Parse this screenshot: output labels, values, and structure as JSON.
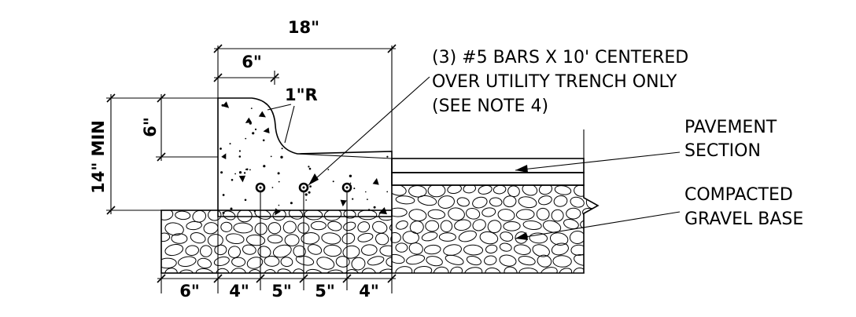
{
  "dimensions": {
    "top_overall": "18\"",
    "top_partial": "6\"",
    "curb_height": "6\"",
    "total_depth": "14\" MIN",
    "radius": "1\"R",
    "bottom": [
      "6\"",
      "4\"",
      "5\"",
      "5\"",
      "4\""
    ]
  },
  "notes": {
    "rebar": [
      "(3) #5 BARS X 10' CENTERED",
      "OVER UTILITY TRENCH ONLY",
      "(SEE NOTE 4)"
    ],
    "pavement": [
      "PAVEMENT",
      "SECTION"
    ],
    "gravel": [
      "COMPACTED",
      "GRAVEL BASE"
    ]
  },
  "colors": {
    "ink": "#000000",
    "background": "#ffffff"
  }
}
